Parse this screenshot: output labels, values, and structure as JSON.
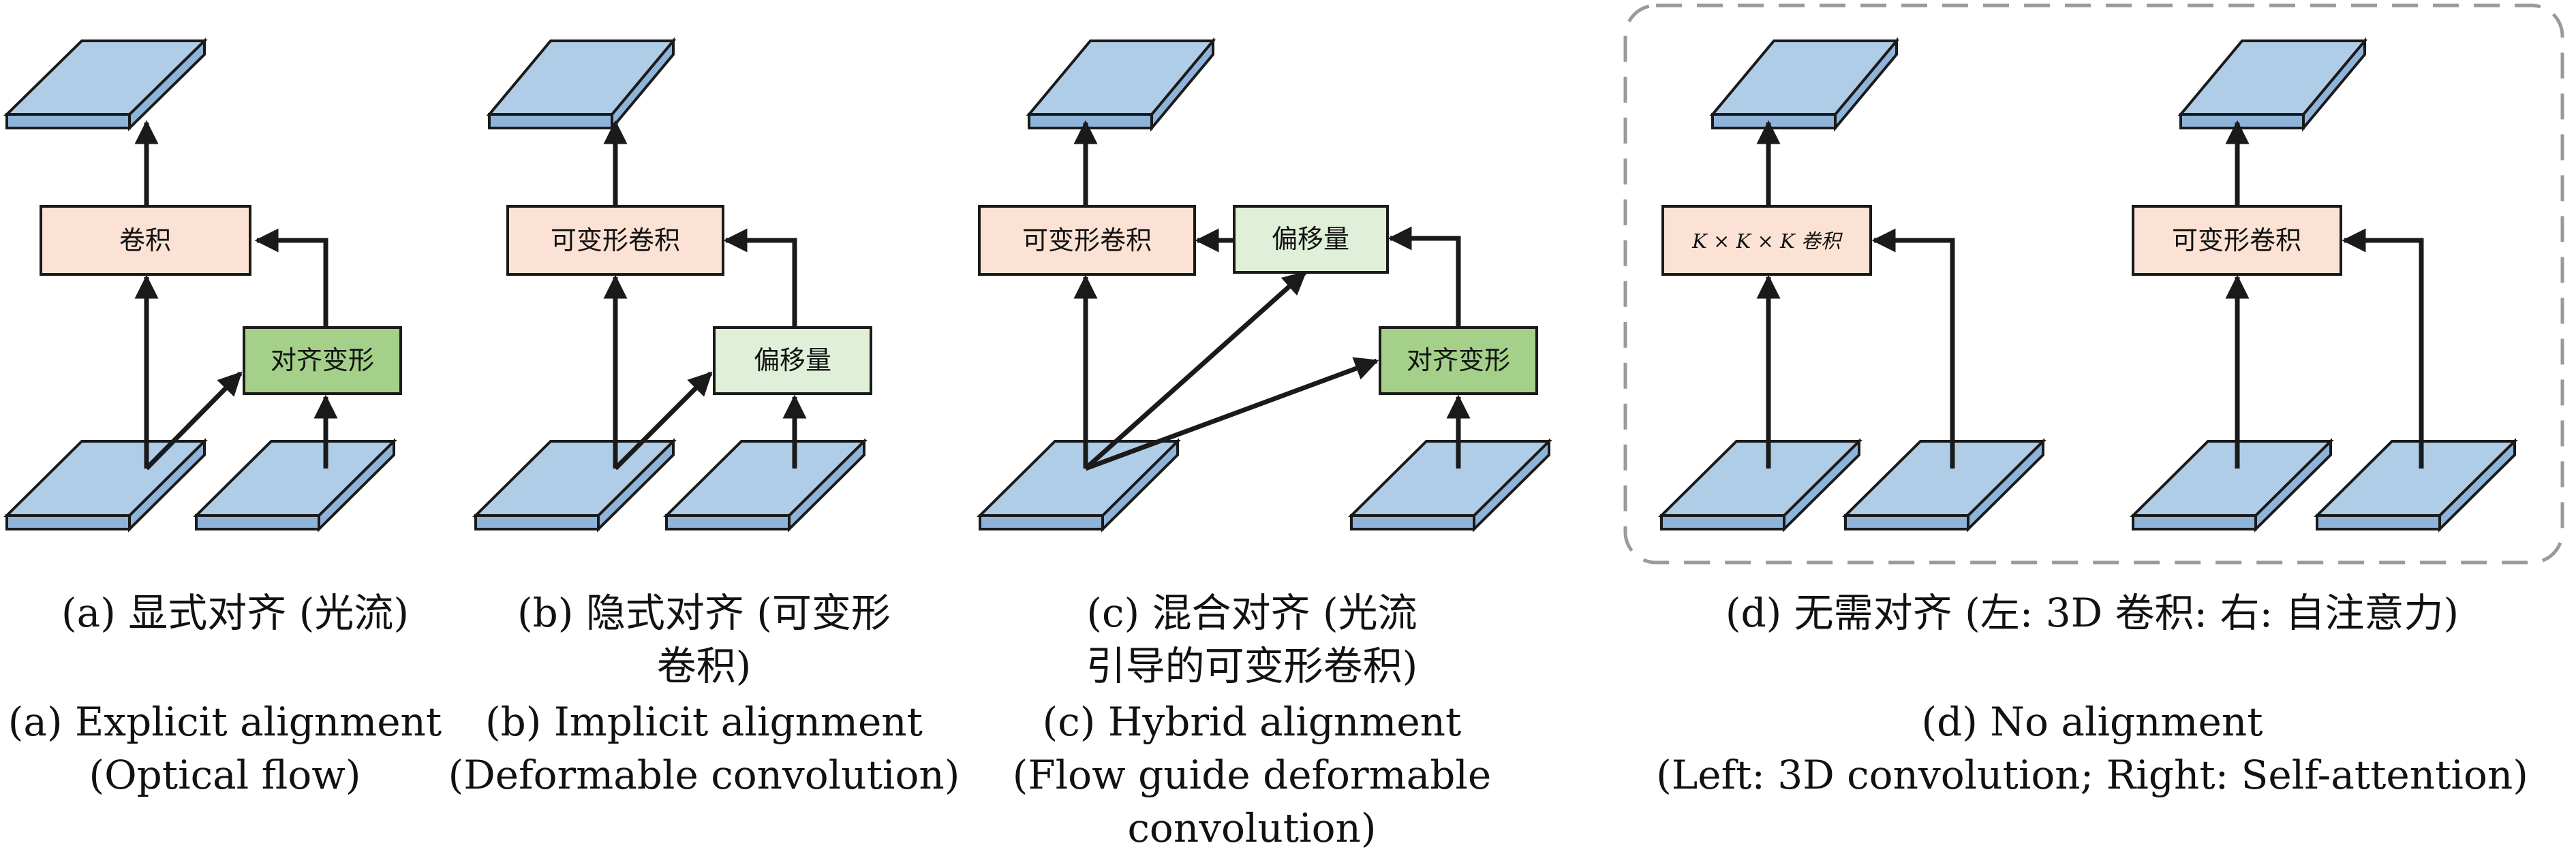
{
  "colors": {
    "plane_top": "#b0cde8",
    "plane_side": "#8fb4da",
    "conv_box": "#fbe2d4",
    "offset_box": "#e0f0d8",
    "align_box": "#a4d08a",
    "stroke": "#1a1a1a",
    "dashed_border": "#9a9a9a"
  },
  "panels": {
    "a": {
      "conv_label": "卷积",
      "align_label": "对齐变形",
      "caption_cn": "(a) 显式对齐 (光流)",
      "caption_en_1": "(a) Explicit alignment",
      "caption_en_2": "(Optical flow)"
    },
    "b": {
      "conv_label": "可变形卷积",
      "offset_label": "偏移量",
      "caption_cn_1": "(b) 隐式对齐 (可变形",
      "caption_cn_2": "卷积)",
      "caption_en_1": "(b) Implicit alignment",
      "caption_en_2": "(Deformable convolution)"
    },
    "c": {
      "conv_label": "可变形卷积",
      "offset_label": "偏移量",
      "align_label": "对齐变形",
      "caption_cn_1": "(c) 混合对齐 (光流",
      "caption_cn_2": "引导的可变形卷积)",
      "caption_en_1": "(c) Hybrid alignment",
      "caption_en_2": "(Flow guide deformable",
      "caption_en_3": "convolution)"
    },
    "d": {
      "conv3d_label": "K × K × K 卷积",
      "deform_label": "可变形卷积",
      "caption_cn": "(d) 无需对齐 (左: 3D 卷积: 右: 自注意力)",
      "caption_en_1": "(d) No alignment",
      "caption_en_2": "(Left: 3D convolution; Right: Self-attention)"
    }
  }
}
